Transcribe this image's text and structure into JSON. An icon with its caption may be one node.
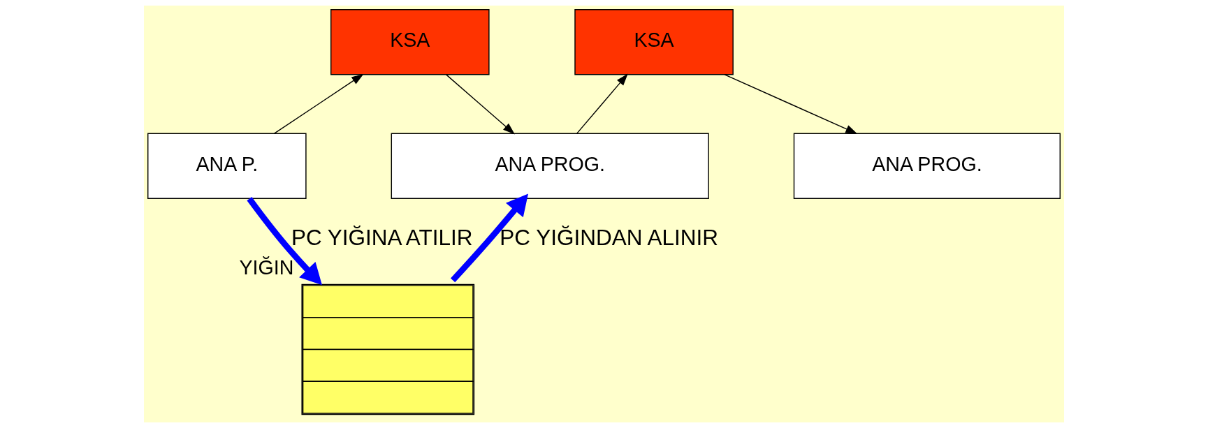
{
  "diagram": {
    "nodes": [
      {
        "text": [
          "KSA"
        ]
      },
      {
        "text": [
          "KSA"
        ]
      },
      {
        "text": [
          "ANA P."
        ]
      },
      {
        "text": [
          "ANA PROG."
        ]
      },
      {
        "text": [
          "ANA PROG."
        ]
      },
      {
        "text": [],
        "shape": "box",
        "beside": [
          "YIĞIN"
        ]
      }
    ],
    "edges": [
      {
        "from": 2,
        "to": 0,
        "arrow": "to"
      },
      {
        "from": 0,
        "to": 3,
        "arrow": "to"
      },
      {
        "from": 3,
        "to": 1,
        "arrow": "to"
      },
      {
        "from": 1,
        "to": 4,
        "arrow": "to"
      },
      {
        "from": 2,
        "to": 5,
        "arrow": "to",
        "label": "PC YIĞINA ATILIR",
        "style": "thick",
        "color": "#0000ff"
      },
      {
        "from": 5,
        "to": 3,
        "arrow": "to",
        "label": "PC YIĞINDAN ALINIR",
        "style": "thick",
        "color": "#0000ff"
      }
    ]
  }
}
